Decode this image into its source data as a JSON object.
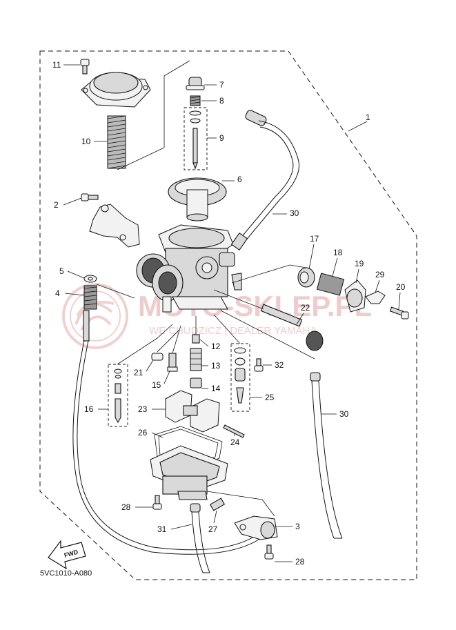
{
  "diagram_code": "5VC1010-A080",
  "fwd_label": "FWD",
  "watermark": {
    "main": "MOTO-SKLEP.PL",
    "sub": "WE CHUDZICZ | DEALER YAMAHA"
  },
  "callouts": [
    {
      "id": "c1",
      "text": "1"
    },
    {
      "id": "c2",
      "text": "2"
    },
    {
      "id": "c3",
      "text": "3"
    },
    {
      "id": "c4",
      "text": "4"
    },
    {
      "id": "c5",
      "text": "5"
    },
    {
      "id": "c6",
      "text": "6"
    },
    {
      "id": "c7",
      "text": "7"
    },
    {
      "id": "c8",
      "text": "8"
    },
    {
      "id": "c9",
      "text": "9"
    },
    {
      "id": "c10",
      "text": "10"
    },
    {
      "id": "c11",
      "text": "11"
    },
    {
      "id": "c12",
      "text": "12"
    },
    {
      "id": "c13",
      "text": "13"
    },
    {
      "id": "c14",
      "text": "14"
    },
    {
      "id": "c15",
      "text": "15"
    },
    {
      "id": "c16",
      "text": "16"
    },
    {
      "id": "c17",
      "text": "17"
    },
    {
      "id": "c18",
      "text": "18"
    },
    {
      "id": "c19",
      "text": "19"
    },
    {
      "id": "c20",
      "text": "20"
    },
    {
      "id": "c21",
      "text": "21"
    },
    {
      "id": "c22",
      "text": "22"
    },
    {
      "id": "c23",
      "text": "23"
    },
    {
      "id": "c24",
      "text": "24"
    },
    {
      "id": "c25",
      "text": "25"
    },
    {
      "id": "c26",
      "text": "26"
    },
    {
      "id": "c27",
      "text": "27"
    },
    {
      "id": "c28a",
      "text": "28"
    },
    {
      "id": "c28b",
      "text": "28"
    },
    {
      "id": "c29",
      "text": "29"
    },
    {
      "id": "c30a",
      "text": "30"
    },
    {
      "id": "c30b",
      "text": "30"
    },
    {
      "id": "c31",
      "text": "31"
    },
    {
      "id": "c32",
      "text": "32"
    }
  ]
}
